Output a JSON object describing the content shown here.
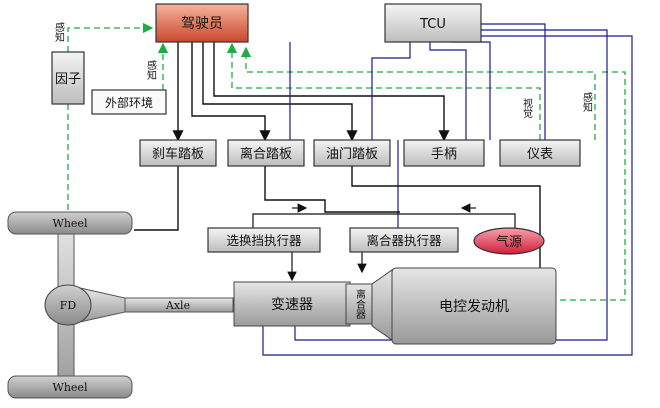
{
  "blocks": {
    "driver": "驾驶员",
    "tcu": "TCU",
    "factor": "因子",
    "external": "外部环境",
    "brake_pedal": "刹车踏板",
    "clutch_pedal": "离合踏板",
    "throttle_pedal": "油门踏板",
    "handle": "手柄",
    "instrument": "仪表",
    "gear_actuator": "选换挡执行器",
    "clutch_actuator": "离合器执行器",
    "air_source": "气源",
    "transmission": "变速器",
    "clutch": "离合器",
    "engine": "电控发动机",
    "fd": "FD",
    "axle": "Axle",
    "wheel_top": "Wheel",
    "wheel_bottom": "Wheel"
  },
  "side_labels": {
    "left_top": "感知",
    "left_mid": "感知",
    "right_a": "视觉",
    "right_b": "感知"
  },
  "colors": {
    "driver_fill_top": "#f08a6a",
    "driver_fill_bottom": "#c9482e",
    "air_fill": "#e3334a",
    "dash_green": "#22aa44",
    "signal_blue": "#1a1a8c",
    "wire_black": "#111111",
    "box_gray": "#d8d8d8"
  }
}
